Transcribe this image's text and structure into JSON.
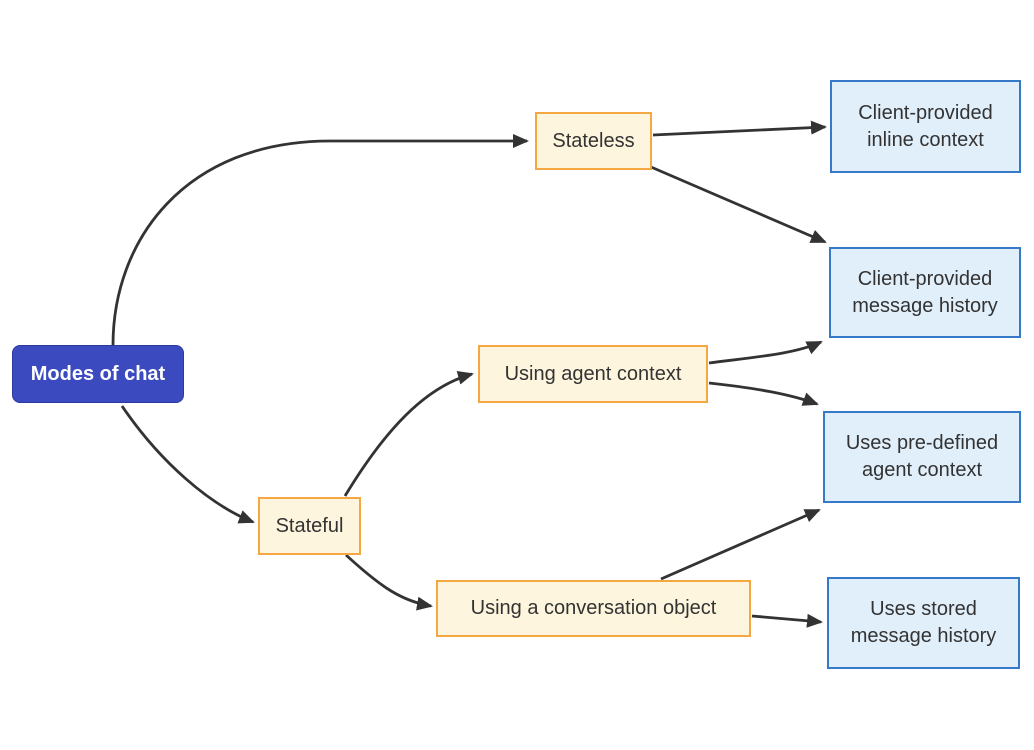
{
  "diagram": {
    "type": "flowchart",
    "direction": "left-to-right",
    "nodes": [
      {
        "id": "modes-of-chat",
        "label": "Modes of chat",
        "type": "root"
      },
      {
        "id": "stateless",
        "label": "Stateless",
        "type": "branch"
      },
      {
        "id": "stateful",
        "label": "Stateful",
        "type": "branch"
      },
      {
        "id": "using-agent-context",
        "label": "Using agent context",
        "type": "branch"
      },
      {
        "id": "using-a-conversation-object",
        "label": "Using a conversation object",
        "type": "branch"
      },
      {
        "id": "client-provided-inline-context",
        "label": "Client-provided\ninline context",
        "type": "leaf"
      },
      {
        "id": "client-provided-message-history",
        "label": "Client-provided\nmessage history",
        "type": "leaf"
      },
      {
        "id": "uses-pre-defined-agent-context",
        "label": "Uses pre-defined\nagent context",
        "type": "leaf"
      },
      {
        "id": "uses-stored-message-history",
        "label": "Uses stored\nmessage history",
        "type": "leaf"
      }
    ],
    "edges": [
      {
        "from": "modes-of-chat",
        "to": "stateless"
      },
      {
        "from": "modes-of-chat",
        "to": "stateful"
      },
      {
        "from": "stateless",
        "to": "client-provided-inline-context"
      },
      {
        "from": "stateless",
        "to": "client-provided-message-history"
      },
      {
        "from": "stateful",
        "to": "using-agent-context"
      },
      {
        "from": "stateful",
        "to": "using-a-conversation-object"
      },
      {
        "from": "using-agent-context",
        "to": "client-provided-message-history"
      },
      {
        "from": "using-agent-context",
        "to": "uses-pre-defined-agent-context"
      },
      {
        "from": "using-a-conversation-object",
        "to": "uses-pre-defined-agent-context"
      },
      {
        "from": "using-a-conversation-object",
        "to": "uses-stored-message-history"
      }
    ],
    "colors": {
      "root_fill": "#3b4bbf",
      "root_text": "#ffffff",
      "branch_fill": "#fdf5dd",
      "branch_border": "#f5a742",
      "leaf_fill": "#e1effb",
      "leaf_border": "#3579c8",
      "edge": "#333333",
      "node_text": "#333333",
      "background": "#ffffff"
    }
  }
}
